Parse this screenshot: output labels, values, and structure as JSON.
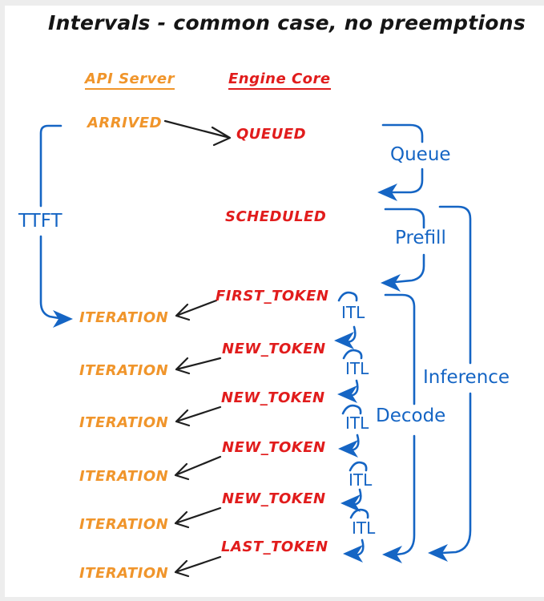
{
  "title": "Intervals - common case, no preemptions",
  "columns": {
    "api_server": "API Server",
    "engine_core": "Engine Core"
  },
  "events": {
    "arrived": "ARRIVED",
    "queued": "QUEUED",
    "scheduled": "SCHEDULED",
    "first_token": "FIRST_TOKEN",
    "new_token": "NEW_TOKEN",
    "last_token": "LAST_TOKEN",
    "iteration": "ITERATION"
  },
  "intervals": {
    "ttft": "TTFT",
    "queue": "Queue",
    "prefill": "Prefill",
    "decode": "Decode",
    "inference": "Inference",
    "itl": "ITL"
  },
  "colors": {
    "api_server": "#F0952B",
    "engine_core": "#E11C1C",
    "interval": "#1565C4",
    "arrow": "#1F1F1F",
    "title": "#151515"
  }
}
